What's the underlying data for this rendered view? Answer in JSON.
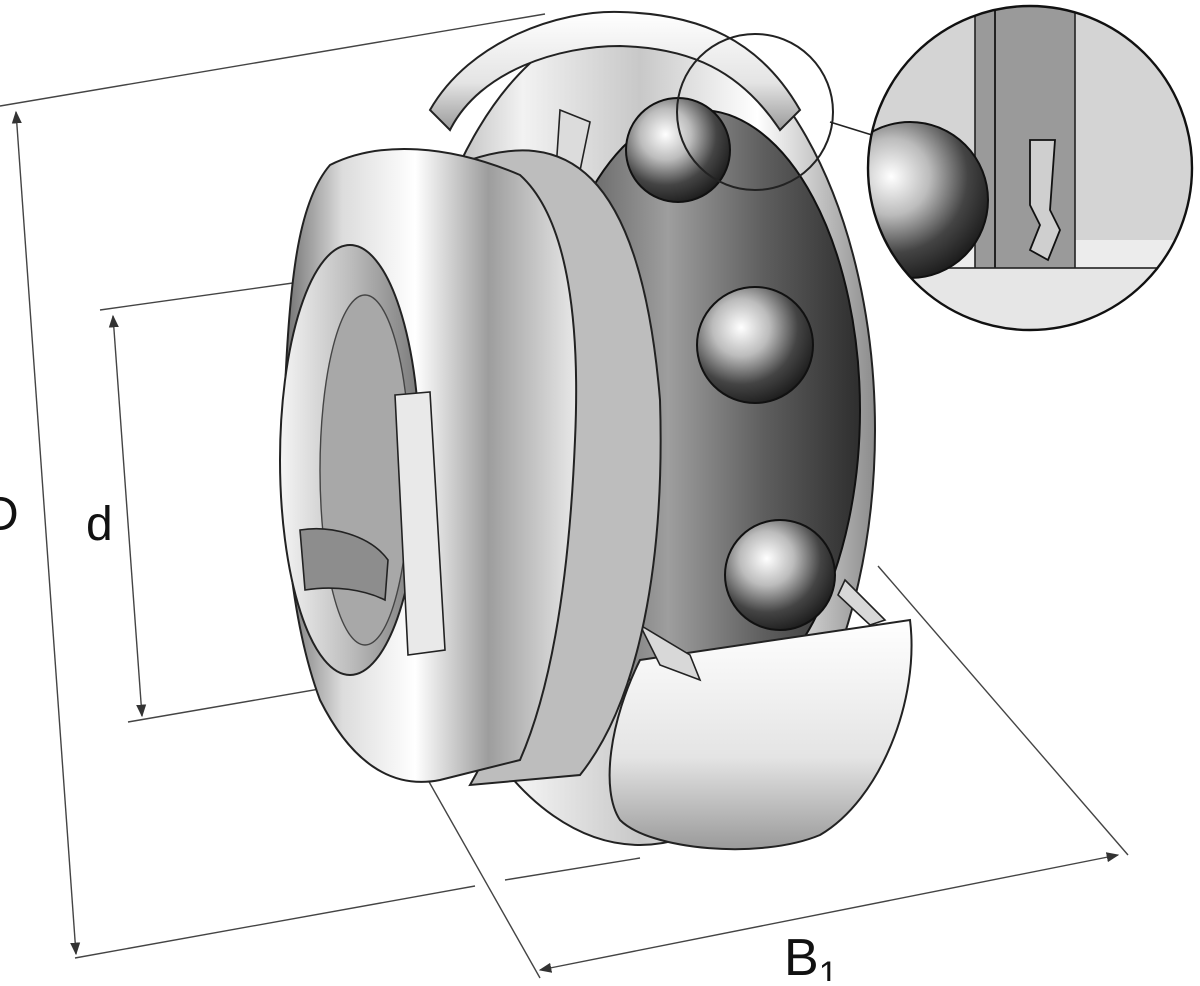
{
  "labels": {
    "outer_diameter": "D",
    "bore": "d",
    "width": "B",
    "width_subscript": "1"
  }
}
